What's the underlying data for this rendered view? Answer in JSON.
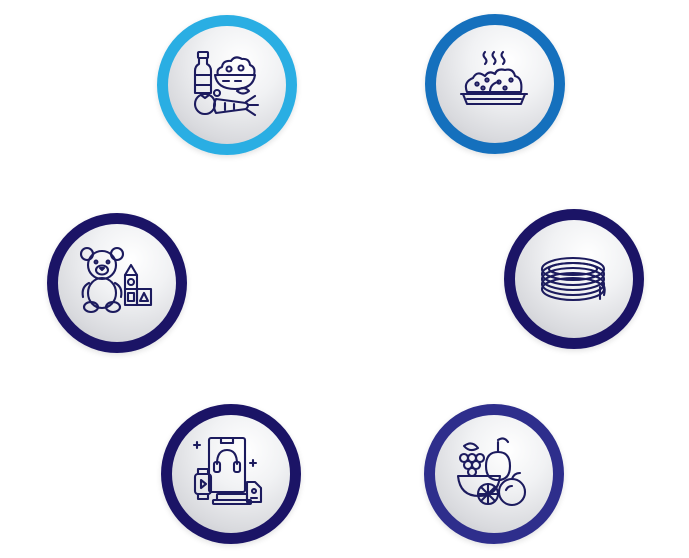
{
  "colors": {
    "icon_stroke": "#1c1b5e",
    "ring_light_blue": "#2aaee3",
    "ring_blue": "#1570bd",
    "ring_navy": "#1b1466",
    "ring_indigo": "#2e2e8c"
  },
  "categories": [
    {
      "id": "groceries",
      "icon": "groceries-icon",
      "ring": "#2aaee3"
    },
    {
      "id": "prepared-food",
      "icon": "hot-food-tray-icon",
      "ring": "#1570bd"
    },
    {
      "id": "toys",
      "icon": "teddy-bear-blocks-icon",
      "ring": "#1b1466"
    },
    {
      "id": "wire",
      "icon": "wire-coil-icon",
      "ring": "#1b1466"
    },
    {
      "id": "electronics",
      "icon": "electronics-icon",
      "ring": "#1b1466"
    },
    {
      "id": "fruit",
      "icon": "fruit-bowl-icon",
      "ring": "#2e2e8c"
    }
  ]
}
